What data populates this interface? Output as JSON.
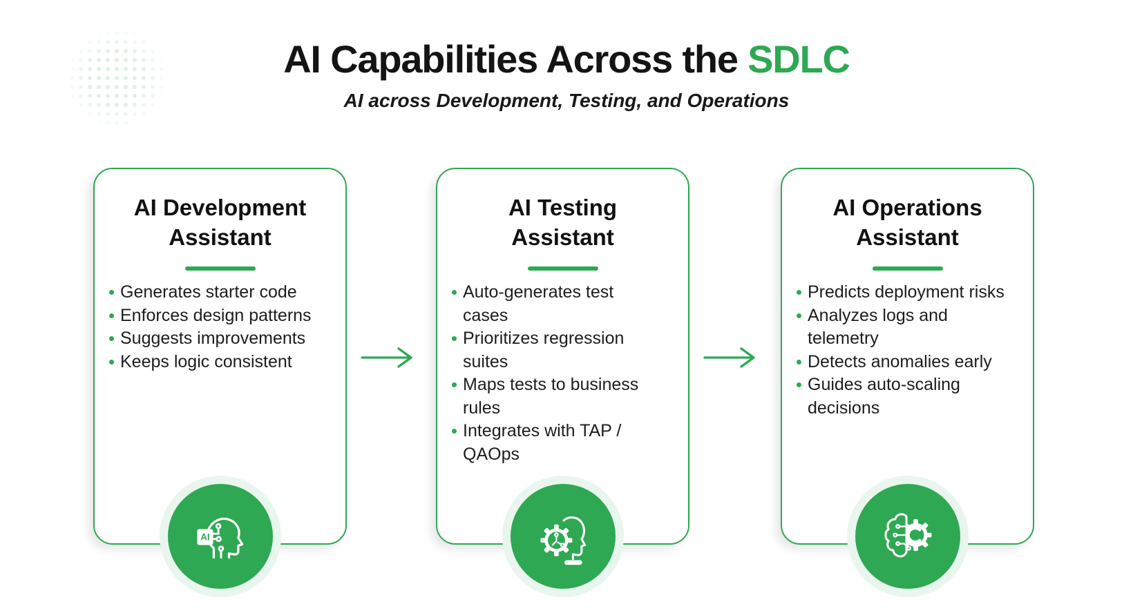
{
  "theme": {
    "accent_green": "#2EA853",
    "halo_green": "#E9F6EE",
    "dots_green": "#DFF0E5",
    "text_dark": "#141414"
  },
  "header": {
    "title_main": "AI Capabilities Across the",
    "title_accent": "SDLC",
    "subtitle": "AI across Development, Testing, and Operations"
  },
  "cards": [
    {
      "title_line1": "AI Development",
      "title_line2": "Assistant",
      "icon": "ai-head-chip-icon",
      "icon_label": "AI",
      "bullets": [
        "Generates starter code",
        "Enforces design patterns",
        "Suggests improvements",
        "Keeps logic consistent"
      ]
    },
    {
      "title_line1": "AI Testing",
      "title_line2": "Assistant",
      "icon": "gear-head-icon",
      "bullets": [
        "Auto-generates test cases",
        "Prioritizes regression suites",
        "Maps tests to business rules",
        "Integrates with TAP / QAOps"
      ]
    },
    {
      "title_line1": "AI Operations",
      "title_line2": "Assistant",
      "icon": "brain-gear-icon",
      "bullets": [
        "Predicts deployment risks",
        "Analyzes logs and telemetry",
        "Detects anomalies early",
        "Guides auto-scaling decisions"
      ]
    }
  ]
}
